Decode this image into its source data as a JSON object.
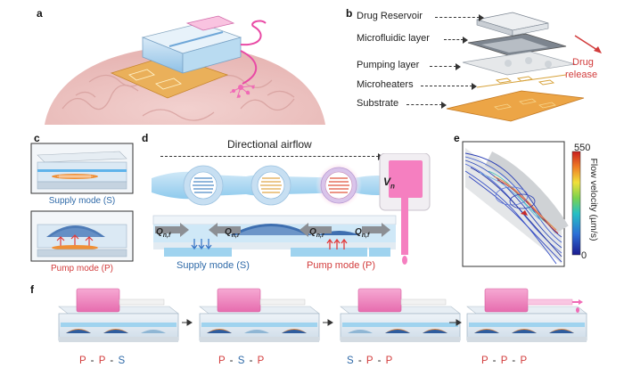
{
  "panels": {
    "a": "a",
    "b": "b",
    "c": "c",
    "d": "d",
    "e": "e",
    "f": "f"
  },
  "panel_b": {
    "labels": [
      "Drug Reservoir",
      "Microfluidic layer",
      "Pumping layer",
      "Microheaters",
      "Substrate"
    ],
    "release_label_1": "Drug",
    "release_label_2": "release"
  },
  "panel_c": {
    "supply_mode": "Supply mode (S)",
    "pump_mode": "Pump mode (P)"
  },
  "panel_d": {
    "airflow_label": "Directional airflow",
    "volume_label": "V",
    "volume_sub": "n",
    "flow_q": "Q",
    "flow_sub_f": "n,f",
    "flow_sub_r": "n,r",
    "supply_mode": "Supply mode (S)",
    "pump_mode": "Pump mode (P)"
  },
  "panel_e": {
    "colorbar_max": "550",
    "colorbar_min": "0",
    "colorbar_label": "Flow velocity (µm/s)"
  },
  "panel_f": {
    "sequences": [
      {
        "a": "P",
        "b": "P",
        "c": "S"
      },
      {
        "a": "P",
        "b": "S",
        "c": "P"
      },
      {
        "a": "S",
        "b": "P",
        "c": "P"
      },
      {
        "a": "P",
        "b": "P",
        "c": "P"
      }
    ],
    "dash": "-"
  },
  "colors": {
    "pump_red": "#d23c3c",
    "supply_blue": "#2f6aa8",
    "drug_pink": "#f06bb6",
    "channel_blue": "#9fd3ef",
    "heater_orange": "#e9a448"
  }
}
